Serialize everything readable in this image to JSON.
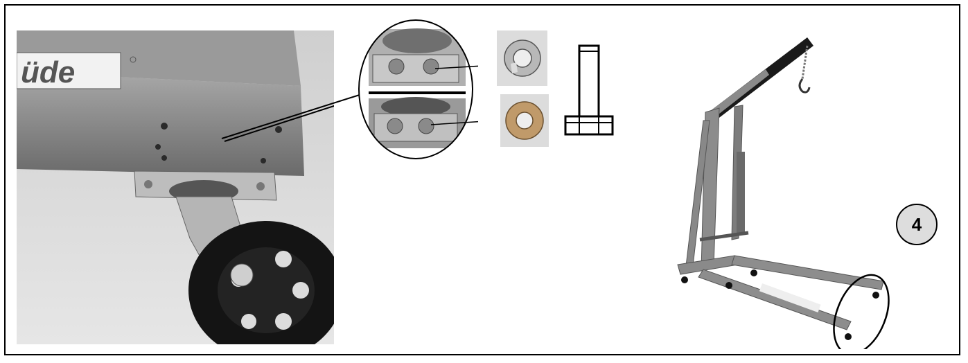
{
  "figure": {
    "brand_fragment": "üde",
    "step_number": "4",
    "parts": [
      {
        "name": "spring-washer"
      },
      {
        "name": "flat-washer"
      },
      {
        "name": "bolt"
      }
    ]
  },
  "colors": {
    "frame": "#000000",
    "badge_fill": "#dddddd",
    "crane_gray": "#8a8a8a",
    "wheel_black": "#141414"
  }
}
